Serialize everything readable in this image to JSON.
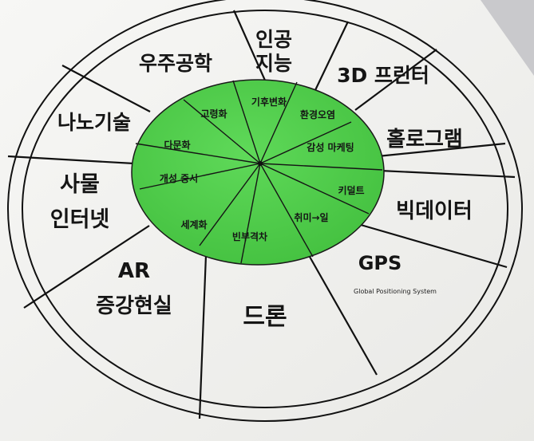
{
  "outer_ring": {
    "segments": [
      {
        "lines": [
          "인공",
          "지능"
        ]
      },
      {
        "lines": [
          "3D 프린터"
        ]
      },
      {
        "lines": [
          "홀로그램"
        ]
      },
      {
        "lines": [
          "빅데이터"
        ]
      },
      {
        "lines": [
          "GPS"
        ],
        "subtitle": "Global Positioning System"
      },
      {
        "lines": [
          "드론"
        ]
      },
      {
        "lines": [
          "AR",
          "증강현실"
        ]
      },
      {
        "lines": [
          "사물",
          "인터넷"
        ]
      },
      {
        "lines": [
          "나노기술"
        ]
      },
      {
        "lines": [
          "우주공학"
        ]
      }
    ]
  },
  "inner_disc": {
    "color": "#4fce4a",
    "segments": [
      {
        "label": "기후변화"
      },
      {
        "label": "환경오염"
      },
      {
        "label": "감성 마케팅"
      },
      {
        "label": "키덜트"
      },
      {
        "label": "취미→일"
      },
      {
        "label": "빈부격차"
      },
      {
        "label": "세계화"
      },
      {
        "label": "개성 중시"
      },
      {
        "label": "다문화"
      },
      {
        "label": "고령화"
      }
    ]
  },
  "colors": {
    "paper": "#f4f4f2",
    "background": "#cfcfd1",
    "ink": "#111111",
    "green": "#4fce4a"
  }
}
